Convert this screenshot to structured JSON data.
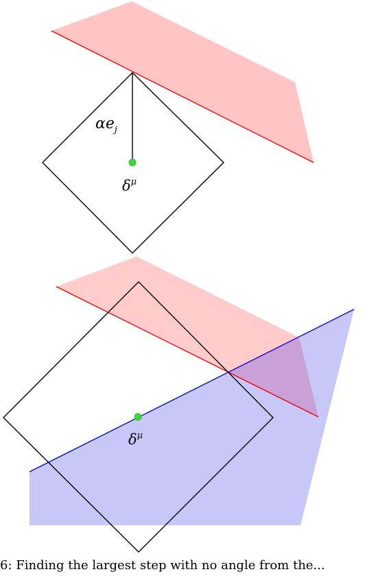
{
  "top_panel": {
    "step_label_base": "αe",
    "step_label_sub": "j",
    "center_label_base": "δ",
    "center_label_sup": "μ"
  },
  "bottom_panel": {
    "center_label_base": "δ",
    "center_label_sup": "μ"
  },
  "colors": {
    "red_halfspace_fill": "#ffc5c5",
    "red_boundary": "#ee0000",
    "blue_halfspace_fill": "#c8c8f8",
    "blue_boundary": "#0000d0",
    "overlap_fill": "#c9a0d8",
    "diamond_stroke": "#000000",
    "center_point": "#33dd33"
  },
  "caption": "6: Finding the largest step with no angle from the..."
}
